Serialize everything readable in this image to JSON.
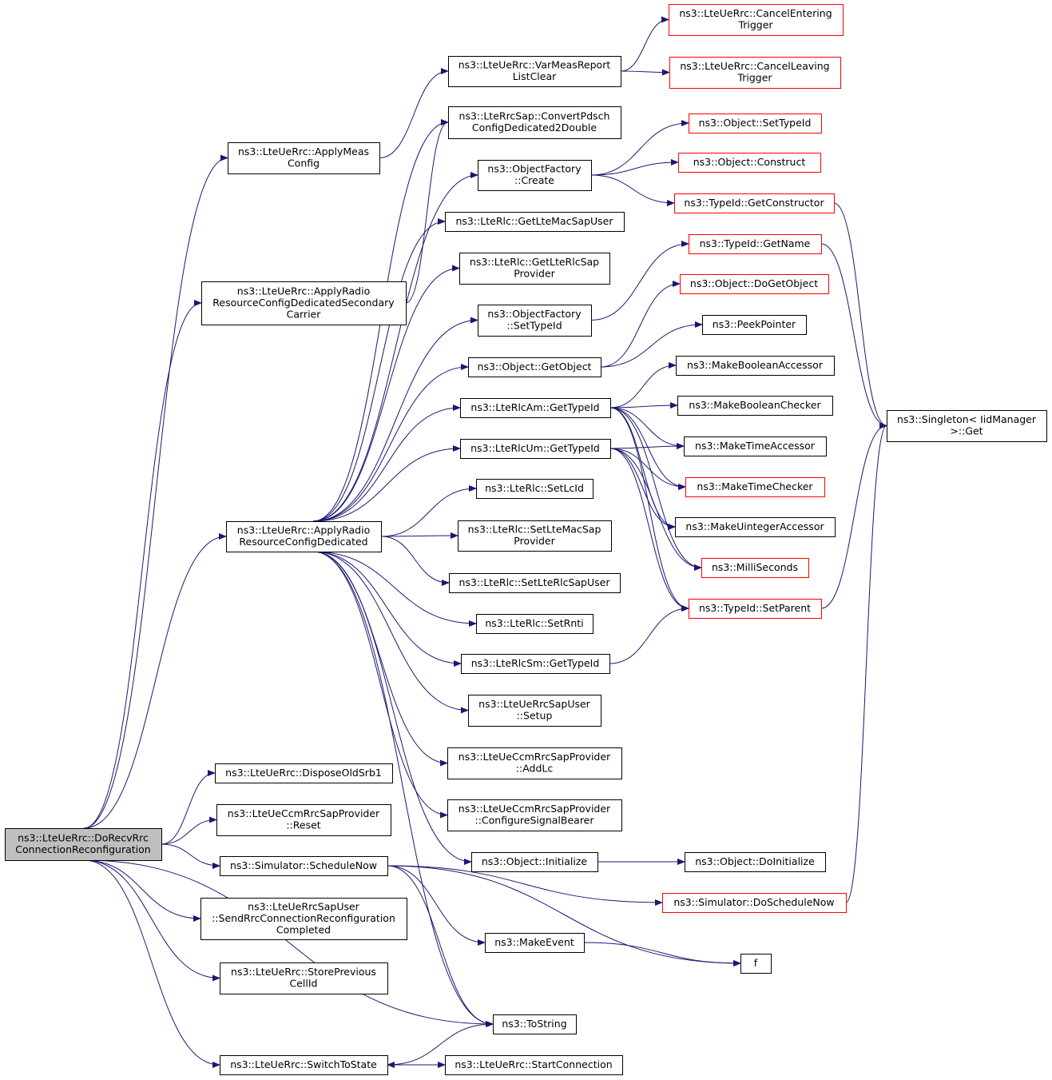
{
  "colors": {
    "edge": "#191970",
    "focus_fill": "#bfbfbf",
    "black_border": "#000000",
    "red_border": "#ff0000",
    "box_fill": "#ffffff"
  },
  "nodes": [
    {
      "id": "root",
      "lines": [
        "ns3::LteUeRrc::DoRecvRrc",
        "ConnectionReconfiguration"
      ],
      "border": "black",
      "focus": true
    },
    {
      "id": "applyMeas",
      "lines": [
        "ns3::LteUeRrc::ApplyMeas",
        "Config"
      ],
      "border": "black"
    },
    {
      "id": "applySec",
      "lines": [
        "ns3::LteUeRrc::ApplyRadio",
        "ResourceConfigDedicatedSecondary",
        "Carrier"
      ],
      "border": "black"
    },
    {
      "id": "applyDed",
      "lines": [
        "ns3::LteUeRrc::ApplyRadio",
        "ResourceConfigDedicated"
      ],
      "border": "black"
    },
    {
      "id": "disposeOld",
      "lines": [
        "ns3::LteUeRrc::DisposeOldSrb1"
      ],
      "border": "black"
    },
    {
      "id": "ccmReset",
      "lines": [
        "ns3::LteUeCcmRrcSapProvider",
        "::Reset"
      ],
      "border": "black"
    },
    {
      "id": "schedNow",
      "lines": [
        "ns3::Simulator::ScheduleNow"
      ],
      "border": "black"
    },
    {
      "id": "sendCompleted",
      "lines": [
        "ns3::LteUeRrcSapUser",
        "::SendRrcConnectionReconfiguration",
        "Completed"
      ],
      "border": "black"
    },
    {
      "id": "storePrev",
      "lines": [
        "ns3::LteUeRrc::StorePrevious",
        "CellId"
      ],
      "border": "black"
    },
    {
      "id": "switchState",
      "lines": [
        "ns3::LteUeRrc::SwitchToState"
      ],
      "border": "black"
    },
    {
      "id": "varMeas",
      "lines": [
        "ns3::LteUeRrc::VarMeasReport",
        "ListClear"
      ],
      "border": "black"
    },
    {
      "id": "convertPdsch",
      "lines": [
        "ns3::LteRrcSap::ConvertPdsch",
        "ConfigDedicated2Double"
      ],
      "border": "black"
    },
    {
      "id": "ofCreate",
      "lines": [
        "ns3::ObjectFactory",
        "::Create"
      ],
      "border": "black"
    },
    {
      "id": "getMacSapUser",
      "lines": [
        "ns3::LteRlc::GetLteMacSapUser"
      ],
      "border": "black"
    },
    {
      "id": "getRlcSapProv",
      "lines": [
        "ns3::LteRlc::GetLteRlcSap",
        "Provider"
      ],
      "border": "black"
    },
    {
      "id": "ofSetTypeId",
      "lines": [
        "ns3::ObjectFactory",
        "::SetTypeId"
      ],
      "border": "black"
    },
    {
      "id": "objGetObject",
      "lines": [
        "ns3::Object::GetObject"
      ],
      "border": "black"
    },
    {
      "id": "rlcAmGetTid",
      "lines": [
        "ns3::LteRlcAm::GetTypeId"
      ],
      "border": "black"
    },
    {
      "id": "rlcUmGetTid",
      "lines": [
        "ns3::LteRlcUm::GetTypeId"
      ],
      "border": "black"
    },
    {
      "id": "setLcId",
      "lines": [
        "ns3::LteRlc::SetLcId"
      ],
      "border": "black"
    },
    {
      "id": "setMacSapProv",
      "lines": [
        "ns3::LteRlc::SetLteMacSap",
        "Provider"
      ],
      "border": "black"
    },
    {
      "id": "setRlcSapUser",
      "lines": [
        "ns3::LteRlc::SetLteRlcSapUser"
      ],
      "border": "black"
    },
    {
      "id": "setRnti",
      "lines": [
        "ns3::LteRlc::SetRnti"
      ],
      "border": "black"
    },
    {
      "id": "rlcSmGetTid",
      "lines": [
        "ns3::LteRlcSm::GetTypeId"
      ],
      "border": "black"
    },
    {
      "id": "sapUserSetup",
      "lines": [
        "ns3::LteUeRrcSapUser",
        "::Setup"
      ],
      "border": "black"
    },
    {
      "id": "ccmAddLc",
      "lines": [
        "ns3::LteUeCcmRrcSapProvider",
        "::AddLc"
      ],
      "border": "black"
    },
    {
      "id": "ccmConfSig",
      "lines": [
        "ns3::LteUeCcmRrcSapProvider",
        "::ConfigureSignalBearer"
      ],
      "border": "black"
    },
    {
      "id": "objInit",
      "lines": [
        "ns3::Object::Initialize"
      ],
      "border": "black"
    },
    {
      "id": "makeEvent",
      "lines": [
        "ns3::MakeEvent"
      ],
      "border": "black"
    },
    {
      "id": "toString",
      "lines": [
        "ns3::ToString"
      ],
      "border": "black"
    },
    {
      "id": "startConn",
      "lines": [
        "ns3::LteUeRrc::StartConnection"
      ],
      "border": "black"
    },
    {
      "id": "cancelEnter",
      "lines": [
        "ns3::LteUeRrc::CancelEntering",
        "Trigger"
      ],
      "border": "red"
    },
    {
      "id": "cancelLeave",
      "lines": [
        "ns3::LteUeRrc::CancelLeaving",
        "Trigger"
      ],
      "border": "red"
    },
    {
      "id": "objSetTid",
      "lines": [
        "ns3::Object::SetTypeId"
      ],
      "border": "red"
    },
    {
      "id": "objConstruct",
      "lines": [
        "ns3::Object::Construct"
      ],
      "border": "red"
    },
    {
      "id": "tidGetCtor",
      "lines": [
        "ns3::TypeId::GetConstructor"
      ],
      "border": "red"
    },
    {
      "id": "tidGetName",
      "lines": [
        "ns3::TypeId::GetName"
      ],
      "border": "red"
    },
    {
      "id": "objDoGetObj",
      "lines": [
        "ns3::Object::DoGetObject"
      ],
      "border": "red"
    },
    {
      "id": "peekPtr",
      "lines": [
        "ns3::PeekPointer"
      ],
      "border": "black"
    },
    {
      "id": "mkBoolAcc",
      "lines": [
        "ns3::MakeBooleanAccessor"
      ],
      "border": "black"
    },
    {
      "id": "mkBoolChk",
      "lines": [
        "ns3::MakeBooleanChecker"
      ],
      "border": "black"
    },
    {
      "id": "mkTimeAcc",
      "lines": [
        "ns3::MakeTimeAccessor"
      ],
      "border": "black"
    },
    {
      "id": "mkTimeChk",
      "lines": [
        "ns3::MakeTimeChecker"
      ],
      "border": "red"
    },
    {
      "id": "mkUintAcc",
      "lines": [
        "ns3::MakeUintegerAccessor"
      ],
      "border": "black"
    },
    {
      "id": "milliSec",
      "lines": [
        "ns3::MilliSeconds"
      ],
      "border": "red"
    },
    {
      "id": "tidSetParent",
      "lines": [
        "ns3::TypeId::SetParent"
      ],
      "border": "red"
    },
    {
      "id": "objDoInit",
      "lines": [
        "ns3::Object::DoInitialize"
      ],
      "border": "black"
    },
    {
      "id": "simDoSched",
      "lines": [
        "ns3::Simulator::DoScheduleNow"
      ],
      "border": "red"
    },
    {
      "id": "fFunc",
      "lines": [
        "f"
      ],
      "border": "black"
    },
    {
      "id": "singletonGet",
      "lines": [
        "ns3::Singleton< IidManager",
        ">::Get"
      ],
      "border": "black"
    }
  ],
  "edges": [
    [
      "root",
      "applyMeas"
    ],
    [
      "root",
      "applySec"
    ],
    [
      "root",
      "applyDed"
    ],
    [
      "root",
      "disposeOld"
    ],
    [
      "root",
      "ccmReset"
    ],
    [
      "root",
      "schedNow"
    ],
    [
      "root",
      "sendCompleted"
    ],
    [
      "root",
      "storePrev"
    ],
    [
      "root",
      "switchState"
    ],
    [
      "root",
      "toString"
    ],
    [
      "applyMeas",
      "varMeas"
    ],
    [
      "varMeas",
      "cancelEnter"
    ],
    [
      "varMeas",
      "cancelLeave"
    ],
    [
      "applySec",
      "convertPdsch"
    ],
    [
      "applyDed",
      "convertPdsch"
    ],
    [
      "applyDed",
      "ofCreate"
    ],
    [
      "applyDed",
      "getMacSapUser"
    ],
    [
      "applyDed",
      "getRlcSapProv"
    ],
    [
      "applyDed",
      "ofSetTypeId"
    ],
    [
      "applyDed",
      "objGetObject"
    ],
    [
      "applyDed",
      "rlcAmGetTid"
    ],
    [
      "applyDed",
      "rlcUmGetTid"
    ],
    [
      "applyDed",
      "setLcId"
    ],
    [
      "applyDed",
      "setMacSapProv"
    ],
    [
      "applyDed",
      "setRlcSapUser"
    ],
    [
      "applyDed",
      "setRnti"
    ],
    [
      "applyDed",
      "rlcSmGetTid"
    ],
    [
      "applyDed",
      "sapUserSetup"
    ],
    [
      "applyDed",
      "ccmAddLc"
    ],
    [
      "applyDed",
      "ccmConfSig"
    ],
    [
      "applyDed",
      "objInit"
    ],
    [
      "applyDed",
      "toString"
    ],
    [
      "ofCreate",
      "objSetTid"
    ],
    [
      "ofCreate",
      "objConstruct"
    ],
    [
      "ofCreate",
      "tidGetCtor"
    ],
    [
      "ofSetTypeId",
      "tidGetName"
    ],
    [
      "objGetObject",
      "objDoGetObj"
    ],
    [
      "objGetObject",
      "peekPtr"
    ],
    [
      "rlcAmGetTid",
      "mkBoolAcc"
    ],
    [
      "rlcAmGetTid",
      "mkBoolChk"
    ],
    [
      "rlcAmGetTid",
      "mkTimeAcc"
    ],
    [
      "rlcAmGetTid",
      "mkTimeChk"
    ],
    [
      "rlcAmGetTid",
      "mkUintAcc"
    ],
    [
      "rlcAmGetTid",
      "milliSec"
    ],
    [
      "rlcAmGetTid",
      "tidSetParent"
    ],
    [
      "rlcUmGetTid",
      "mkTimeAcc"
    ],
    [
      "rlcUmGetTid",
      "mkTimeChk"
    ],
    [
      "rlcUmGetTid",
      "mkUintAcc"
    ],
    [
      "rlcUmGetTid",
      "milliSec"
    ],
    [
      "rlcUmGetTid",
      "tidSetParent"
    ],
    [
      "rlcSmGetTid",
      "tidSetParent"
    ],
    [
      "tidGetCtor",
      "singletonGet"
    ],
    [
      "tidGetName",
      "singletonGet"
    ],
    [
      "tidSetParent",
      "singletonGet"
    ],
    [
      "simDoSched",
      "singletonGet"
    ],
    [
      "objInit",
      "objDoInit"
    ],
    [
      "schedNow",
      "simDoSched"
    ],
    [
      "schedNow",
      "makeEvent"
    ],
    [
      "schedNow",
      "fFunc"
    ],
    [
      "schedNow",
      "toString"
    ],
    [
      "makeEvent",
      "fFunc"
    ],
    [
      "switchState",
      "toString"
    ],
    [
      "switchState",
      "startConn"
    ],
    [
      "startConn",
      "switchState"
    ]
  ]
}
